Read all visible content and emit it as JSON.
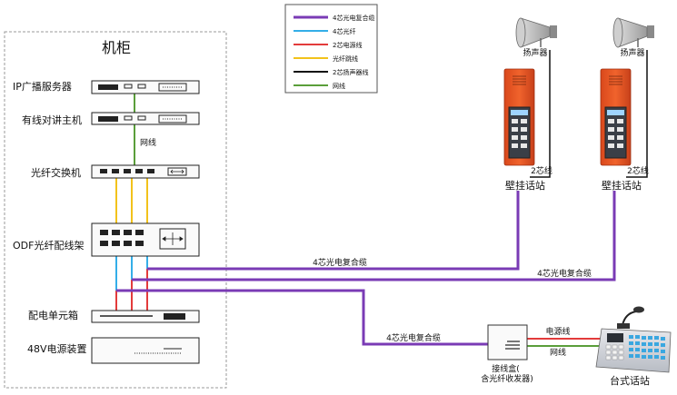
{
  "legend": {
    "items": [
      {
        "label": "4芯光电复合缆",
        "color": "#7a3bb5"
      },
      {
        "label": "4芯光纤",
        "color": "#34aee8"
      },
      {
        "label": "2芯电源线",
        "color": "#e33b3b"
      },
      {
        "label": "光纤跳线",
        "color": "#f2c21b"
      },
      {
        "label": "2芯扬声器线",
        "color": "#111111"
      },
      {
        "label": "网线",
        "color": "#5a9e3a"
      }
    ]
  },
  "cabinet": {
    "title": "机柜",
    "devices": {
      "ip_server": "IP广播服务器",
      "intercom_host": "有线对讲主机",
      "fiber_switch": "光纤交换机",
      "odf_rack": "ODF光纤配线架",
      "power_unit": "配电单元箱",
      "psu_48v": "48V电源装置"
    },
    "net_label": "网线"
  },
  "speakers": [
    "扬声器",
    "扬声器"
  ],
  "wall_stations": [
    {
      "name": "壁挂话站",
      "speaker_wire": "2芯线"
    },
    {
      "name": "壁挂话站",
      "speaker_wire": "2芯线"
    }
  ],
  "cables": {
    "to_wall_1": "4芯光电复合缆",
    "to_wall_2": "4芯光电复合缆",
    "to_junction": "4芯光电复合缆"
  },
  "junction_box": {
    "name": "接线盒(含光纤收发器)"
  },
  "desk_links": {
    "power": "电源线",
    "network": "网线"
  },
  "desk_station": {
    "name": "台式话站"
  }
}
